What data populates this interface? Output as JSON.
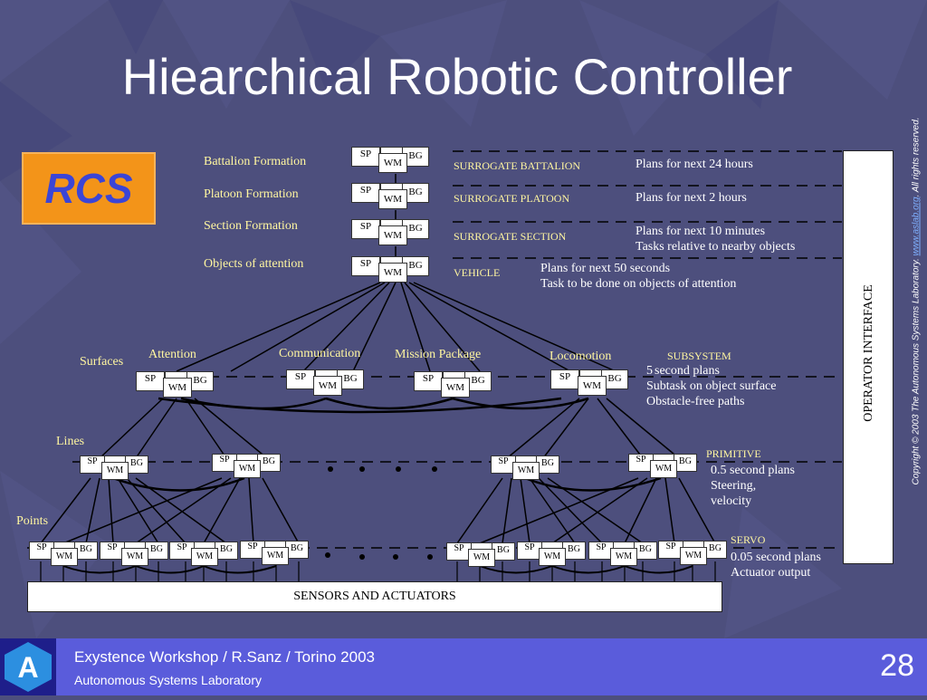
{
  "slide": {
    "title": "Hiearchical Robotic Controller",
    "logo_text": "RCS",
    "copyright_text": "Copyright © 2003 The Autonomous Systems Laboratory.",
    "copyright_link": "www.aslab.org",
    "copyright_suffix": ". All rights reserved.",
    "operator_interface": "OPERATOR INTERFACE",
    "sensors": "SENSORS    AND   ACTUATORS"
  },
  "node_labels": {
    "sp": "SP",
    "wm": "WM",
    "bg": "BG"
  },
  "levels": {
    "battalion": {
      "left": "Battalion Formation",
      "name": "SURROGATE BATTALION",
      "plan": "Plans for next 24 hours"
    },
    "platoon": {
      "left": "Platoon Formation",
      "name": "SURROGATE PLATOON",
      "plan": "Plans for next 2 hours"
    },
    "section": {
      "left": "Section Formation",
      "name": "SURROGATE  SECTION",
      "plan1": "Plans for next 10 minutes",
      "plan2": "Tasks relative to nearby objects"
    },
    "vehicle": {
      "left": "Objects  of attention",
      "name": "VEHICLE",
      "plan1": "Plans for next 50 seconds",
      "plan2": "Task to be done on objects of attention"
    },
    "subsystem": {
      "left": "Surfaces",
      "name": "SUBSYSTEM",
      "plan1_num": "5",
      "plan1": " second plans",
      "plan2": "Subtask on object surface",
      "plan3": "Obstacle-free paths",
      "modules": [
        "Attention",
        "Communication",
        "Mission Package",
        "Locomotion"
      ]
    },
    "primitive": {
      "left": "Lines",
      "name": "PRIMITIVE",
      "plan1": "0.5 second plans",
      "plan2": "Steering,",
      "plan3": "velocity"
    },
    "servo": {
      "left": "Points",
      "name": "SERVO",
      "plan1": "0.05 second plans",
      "plan2": "Actuator output"
    }
  },
  "footer": {
    "logo_letter": "A",
    "workshop": "Exystence Workshop / R.Sanz / Torino 2003",
    "lab": "Autonomous Systems Laboratory",
    "page": "28"
  },
  "colors": {
    "background": "#4d4f7d",
    "label_yellow": "#fff6a0",
    "logo_orange": "#f39419",
    "logo_text": "#3b45d6",
    "footer": "#5a5cdb"
  }
}
